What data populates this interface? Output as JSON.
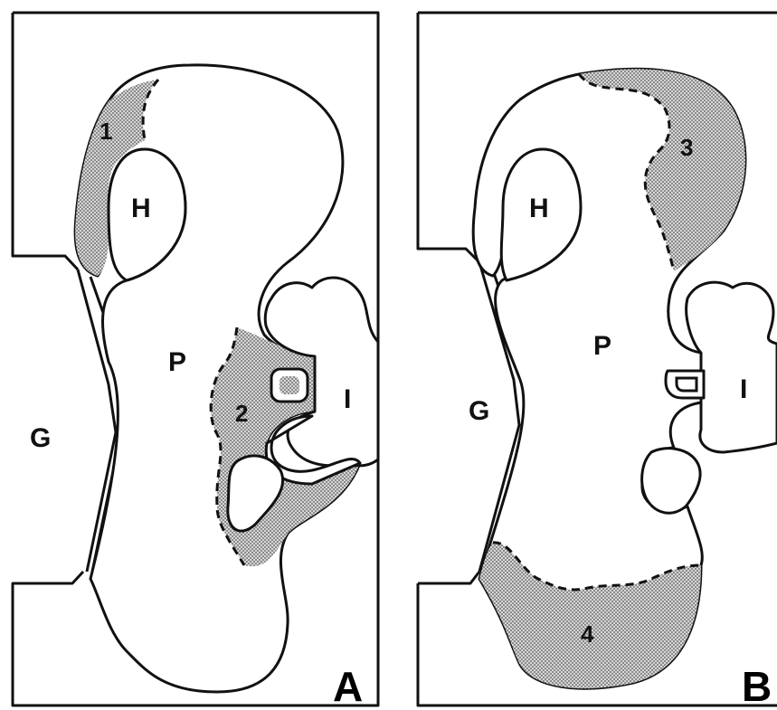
{
  "panels": [
    {
      "id": "A",
      "corner_label": "A",
      "region_labels": {
        "H": "H",
        "P": "P",
        "G": "G",
        "I": "I"
      },
      "shaded_regions": [
        "1",
        "2"
      ]
    },
    {
      "id": "B",
      "corner_label": "B",
      "region_labels": {
        "H": "H",
        "P": "P",
        "G": "G",
        "I": "I"
      },
      "shaded_regions": [
        "3",
        "4"
      ]
    }
  ],
  "colors": {
    "line": "#111111",
    "shade": "#8a8a8a",
    "background": "#ffffff"
  }
}
